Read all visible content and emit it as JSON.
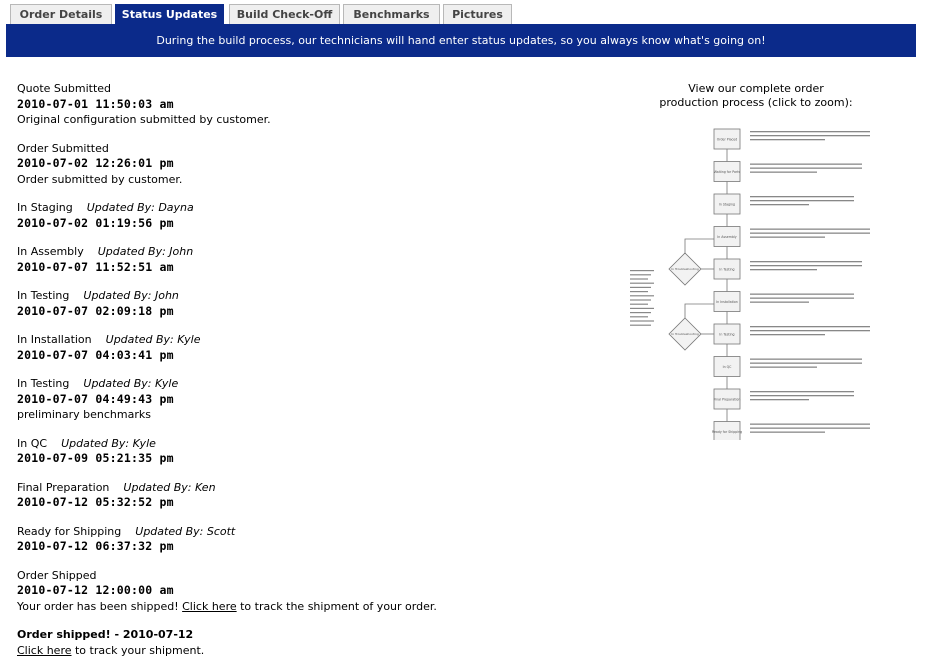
{
  "tabs": [
    {
      "label": "Order Details",
      "active": false
    },
    {
      "label": "Status Updates",
      "active": true
    },
    {
      "label": "Build Check-Off",
      "active": false
    },
    {
      "label": "Benchmarks",
      "active": false
    },
    {
      "label": "Pictures",
      "active": false
    }
  ],
  "banner": "During the build process, our technicians will hand enter status updates, so you always know what's going on!",
  "updates": [
    {
      "status": "Quote Submitted",
      "by": "",
      "timestamp": "2010-07-01 11:50:03 am",
      "note": "Original configuration submitted by customer."
    },
    {
      "status": "Order Submitted",
      "by": "",
      "timestamp": "2010-07-02 12:26:01 pm",
      "note": "Order submitted by customer."
    },
    {
      "status": "In Staging",
      "by": "Updated By: Dayna",
      "timestamp": "2010-07-02 01:19:56 pm",
      "note": ""
    },
    {
      "status": "In Assembly",
      "by": "Updated By: John",
      "timestamp": "2010-07-07 11:52:51 am",
      "note": ""
    },
    {
      "status": "In Testing",
      "by": "Updated By: John",
      "timestamp": "2010-07-07 02:09:18 pm",
      "note": ""
    },
    {
      "status": "In Installation",
      "by": "Updated By: Kyle",
      "timestamp": "2010-07-07 04:03:41 pm",
      "note": ""
    },
    {
      "status": "In Testing",
      "by": "Updated By: Kyle",
      "timestamp": "2010-07-07 04:49:43 pm",
      "note": "preliminary benchmarks"
    },
    {
      "status": "In QC",
      "by": "Updated By: Kyle",
      "timestamp": "2010-07-09 05:21:35 pm",
      "note": ""
    },
    {
      "status": "Final Preparation",
      "by": "Updated By: Ken",
      "timestamp": "2010-07-12 05:32:52 pm",
      "note": ""
    },
    {
      "status": "Ready for Shipping",
      "by": "Updated By: Scott",
      "timestamp": "2010-07-12 06:37:32 pm",
      "note": ""
    }
  ],
  "shipped": {
    "status": "Order Shipped",
    "timestamp": "2010-07-12 12:00:00 am",
    "note_before": "Your order has been shipped! ",
    "link": "Click here",
    "note_after": " to track the shipment of your order."
  },
  "final": {
    "title": "Order shipped! - 2010-07-12",
    "link": "Click here",
    "after": " to track your shipment."
  },
  "process": {
    "line1": "View our complete order",
    "line2": "production process (click to zoom):",
    "boxes": [
      "Order Placed",
      "Waiting for Parts",
      "In Staging",
      "In Assembly",
      "In Testing",
      "In Installation",
      "In Testing",
      "In QC",
      "Final Preparation",
      "Ready for Shipping"
    ],
    "diamonds": [
      "In Troubleshooting",
      "In Troubleshooting"
    ]
  }
}
